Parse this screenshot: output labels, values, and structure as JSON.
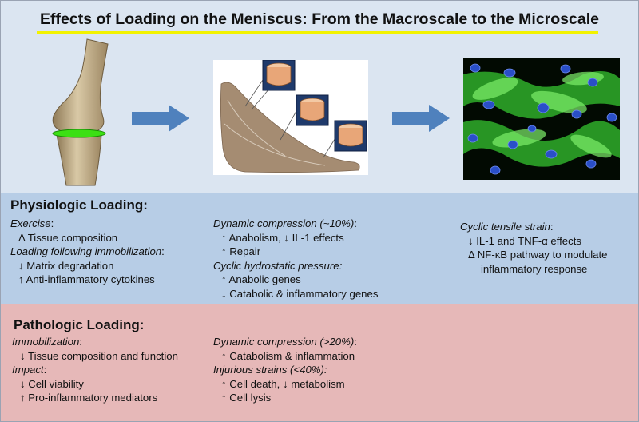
{
  "title": "Effects of Loading on the Meniscus: From the Macroscale to the Microscale",
  "images": {
    "knee": "knee-joint-illustration",
    "meniscus": "meniscus-section-with-tissue-plugs",
    "cells": "fluorescent-meniscus-cells-micrograph"
  },
  "physiologic": {
    "header": "Physiologic Loading:",
    "col1": {
      "t1": "Exercise",
      "suffix1": ":",
      "i1": "Δ Tissue composition",
      "t2": "Loading following immobilization",
      "suffix2": ":",
      "i2": "↓ Matrix degradation",
      "i3": "↑ Anti-inflammatory cytokines"
    },
    "col2": {
      "t1": "Dynamic compression (~10%)",
      "suffix1": ":",
      "i1": "↑ Anabolism, ↓ IL-1 effects",
      "i2": "↑ Repair",
      "t2": "Cyclic hydrostatic pressure:",
      "i3": "↑ Anabolic genes",
      "i4": "↓ Catabolic & inflammatory genes"
    },
    "col3": {
      "t1": "Cyclic tensile strain",
      "suffix1": ":",
      "i1": "↓ IL-1 and TNF-α effects",
      "i2": "Δ NF-κB pathway to modulate",
      "i3": "inflammatory response"
    }
  },
  "pathologic": {
    "header": "Pathologic Loading:",
    "col1": {
      "t1": "Immobilization",
      "suffix1": ":",
      "i1": "↓ Tissue composition and function",
      "t2": "Impact",
      "suffix2": ":",
      "i2": "↓ Cell viability",
      "i3": "↑ Pro-inflammatory mediators"
    },
    "col2": {
      "t1": "Dynamic compression (>20%)",
      "suffix1": ":",
      "i1": "↑ Catabolism & inflammation",
      "t2": "Injurious strains (<40%):",
      "i2": "↑ Cell death, ↓ metabolism",
      "i3": "↑ Cell lysis"
    }
  },
  "colors": {
    "top_bg": "#dbe5f1",
    "physio_bg": "#b7cde6",
    "patho_bg": "#e6b8b8",
    "title_underline": "#f2f200",
    "arrow": "#4f81bd"
  }
}
